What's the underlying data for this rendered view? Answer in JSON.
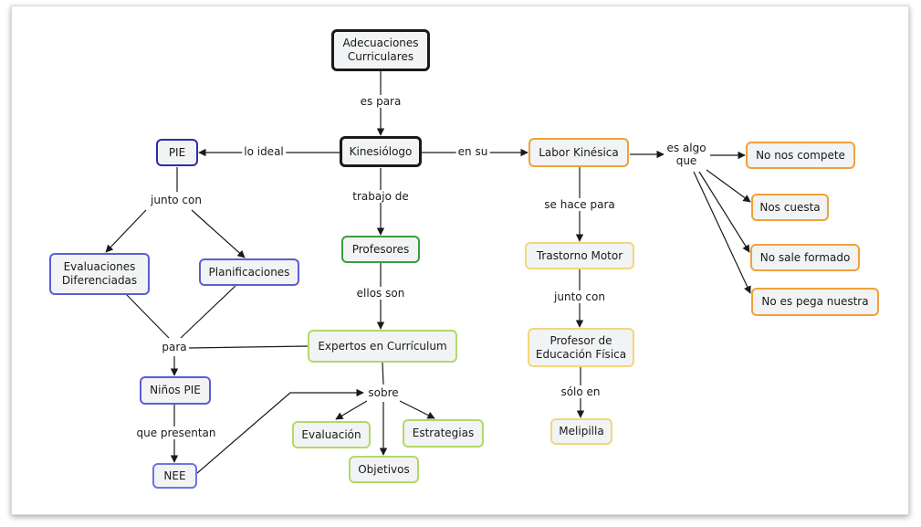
{
  "nodes": {
    "adecuaciones": "Adecuaciones\nCurriculares",
    "kinesiologo": "Kinesiólogo",
    "pie": "PIE",
    "labor": "Labor Kinésica",
    "profesores": "Profesores",
    "evaluaciones": "Evaluaciones\nDiferenciadas",
    "planificaciones": "Planificaciones",
    "expertos": "Expertos en Currículum",
    "ninos": "Niños PIE",
    "nee": "NEE",
    "evaluacion": "Evaluación",
    "objetivos": "Objetivos",
    "estrategias": "Estrategias",
    "trastorno": "Trastorno Motor",
    "profesor_ef": "Profesor de\nEducación Física",
    "melipilla": "Melipilla",
    "compete": "No nos compete",
    "cuesta": "Nos cuesta",
    "formado": "No sale formado",
    "pega": "No es pega nuestra"
  },
  "links": {
    "es_para": "es para",
    "lo_ideal": "lo ideal",
    "en_su": "en su",
    "trabajo_de": "trabajo de",
    "junto_con_1": "junto con",
    "ellos_son": "ellos son",
    "para": "para",
    "que_presentan": "que presentan",
    "sobre": "sobre",
    "se_hace_para": "se hace para",
    "junto_con_2": "junto con",
    "solo_en": "sólo en",
    "es_algo_que": "es algo\nque"
  },
  "colors": {
    "black": "#1a1a1a",
    "dark_blue": "#2b2fa8",
    "blue": "#5a5fd0",
    "green": "#3c9d3c",
    "light_green": "#b2d96a",
    "orange": "#f0a13a",
    "yellow": "#f2d77a"
  }
}
